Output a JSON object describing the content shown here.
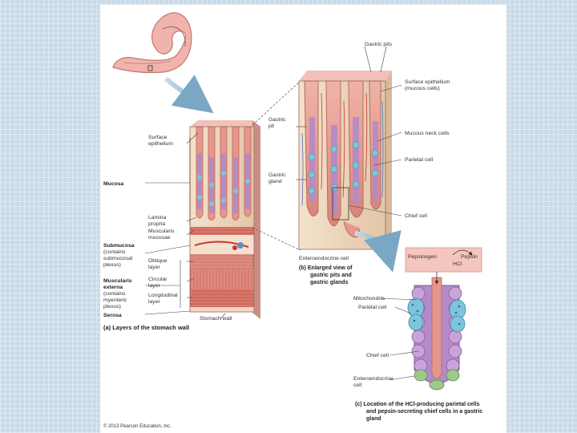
{
  "figure_labels": {
    "gastric_pits_top": "Gastric pits",
    "surface_epithelium_b": [
      "Surface epithelium",
      "(mucous cells)"
    ],
    "gastric_pit": [
      "Gastric",
      "pit"
    ],
    "mucous_neck_cells": "Mucous neck cells",
    "parietal_cell_b": "Parietal cell",
    "gastric_gland": [
      "Gastric",
      "gland"
    ],
    "chief_cell_b": "Chief cell",
    "enteroendocrine_cell_b": "Enteroendocrine cell",
    "surface_epithelium_a": [
      "Surface",
      "epithelium"
    ],
    "mucosa": "Mucosa",
    "lamina_propria": [
      "Lamina",
      "propria"
    ],
    "muscularis_mucosae": [
      "Muscularis",
      "mucosae"
    ],
    "submucosa": [
      "Submucosa",
      "(contains",
      "submucosal",
      "plexus)"
    ],
    "oblique_layer": [
      "Oblique",
      "layer"
    ],
    "circular_layer": [
      "Circular",
      "layer"
    ],
    "longitudinal_layer": [
      "Longitudinal",
      "layer"
    ],
    "muscularis_externa": [
      "Muscularis",
      "externa",
      "(contains",
      "myenteric",
      "plexus)"
    ],
    "serosa": "Serosa",
    "stomach_wall": "Stomach wall",
    "caption_a": "(a) Layers of the stomach wall",
    "caption_b": [
      "(b)  Enlarged view of",
      "gastric pits and",
      "gastric glands"
    ],
    "pepsinogen": "Pepsinogen",
    "pepsin": "Pepsin",
    "hcl": "HCl",
    "mitochondria": "Mitochondria",
    "parietal_cell_c": "Parietal cell",
    "chief_cell_c": "Chief cell",
    "enteroendocrine_cell_c": [
      "Enteroendocrine",
      "cell"
    ],
    "caption_c": [
      "(c)  Location of the HCl-producing parietal cells",
      "and pepsin-secreting chief cells in a gastric",
      "gland"
    ],
    "copyright": "© 2013 Pearson Education, Inc."
  },
  "colors": {
    "background": "#c9dbe9",
    "slide": "#ffffff",
    "tissue_tan": "#efd9bf",
    "mucosa_pink": "#e9a29a",
    "gland_purple": "#b48ac7",
    "parietal_blue": "#7fc4dd",
    "muscle_red": "#d66a5c",
    "enteroendocrine_green": "#9ec98a",
    "arrow_blue": "#8fb7cf"
  }
}
